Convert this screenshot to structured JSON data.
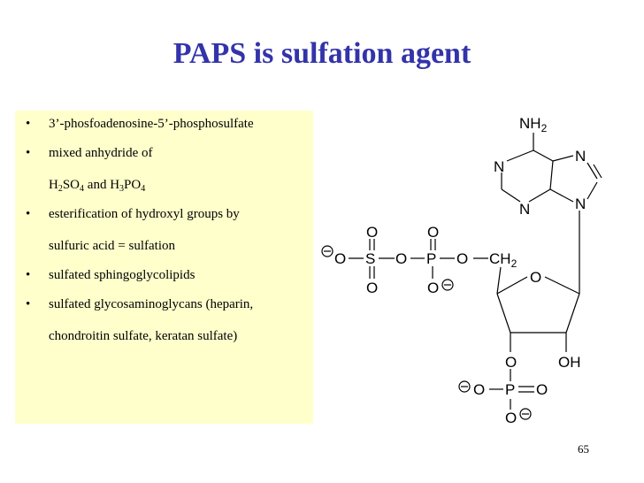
{
  "slide": {
    "title": "PAPS is sulfation agent",
    "page_number": "65",
    "title_color": "#3333aa",
    "panel_color": "#ffffcc"
  },
  "bullets": [
    {
      "text": "3’-phosfoadenosine-5’-phosphosulfate"
    },
    {
      "text": "mixed anhydride of",
      "formula": {
        "h1": "H",
        "s1": "2",
        "t1": "SO",
        "s2": "4",
        "and": " and H",
        "s3": "3",
        "t2": "PO",
        "s4": "4"
      }
    },
    {
      "text": "esterification of hydroxyl groups by",
      "line2": "sulfuric acid = sulfation"
    },
    {
      "text": "sulfated sphingoglycolipids"
    },
    {
      "text": "sulfated glycosaminoglycans (heparin,",
      "line2": "chondroitin sulfate, keratan sulfate)"
    }
  ],
  "structure": {
    "nh2": "NH",
    "nh2_sub": "2",
    "n_left": "N",
    "n_top_right": "N",
    "n_bottom": "N",
    "n_right": "N",
    "o_top1": "O",
    "o_top2": "O",
    "o_minus_left": "O",
    "s": "S",
    "o_bridge1": "O",
    "p1": "P",
    "o_bridge2": "O",
    "ch2": "CH",
    "ch2_sub": "2",
    "o_bottom1": "O",
    "o_bottom2": "O",
    "o_ring": "O",
    "o_3": "O",
    "oh": "OH",
    "o_minus_p": "O",
    "p2": "P",
    "o_double": "O",
    "o_minus_bottom": "O",
    "minus": "−"
  }
}
